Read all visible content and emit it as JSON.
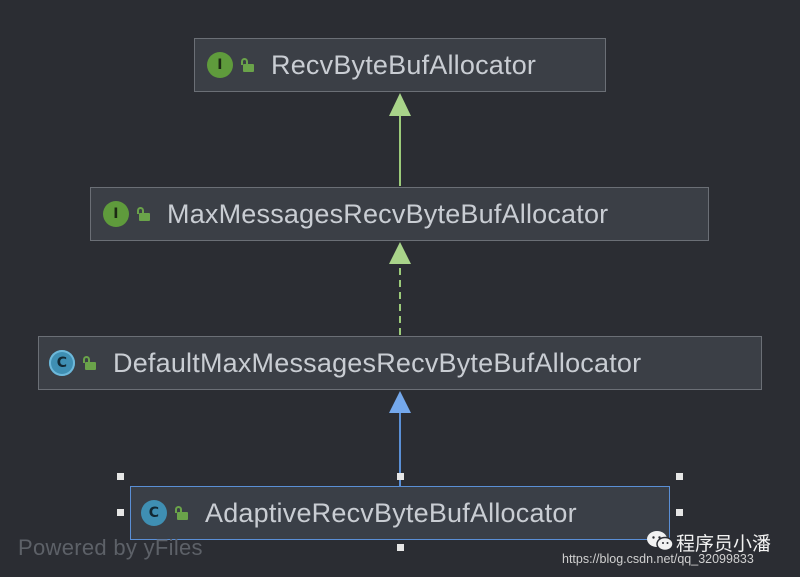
{
  "diagram": {
    "nodes": [
      {
        "id": "n1",
        "kind": "interface",
        "kind_letter": "I",
        "label": "RecvByteBufAllocator"
      },
      {
        "id": "n2",
        "kind": "interface",
        "kind_letter": "I",
        "label": "MaxMessagesRecvByteBufAllocator"
      },
      {
        "id": "n3",
        "kind": "abstract-class",
        "kind_letter": "C",
        "label": "DefaultMaxMessagesRecvByteBufAllocator"
      },
      {
        "id": "n4",
        "kind": "class",
        "kind_letter": "C",
        "label": "AdaptiveRecvByteBufAllocator",
        "selected": true
      }
    ],
    "edges": [
      {
        "from": "n2",
        "to": "n1",
        "type": "extends"
      },
      {
        "from": "n3",
        "to": "n2",
        "type": "implements"
      },
      {
        "from": "n4",
        "to": "n3",
        "type": "extends"
      }
    ],
    "colors": {
      "extends_interface": "#9ccb7a",
      "implements": "#9ccb7a",
      "extends_class": "#5a8fd6",
      "background": "#2b2d33"
    }
  },
  "footer": {
    "brand": "Powered by yFiles"
  },
  "watermark": {
    "author": "程序员小潘",
    "url": "https://blog.csdn.net/qq_32099833"
  }
}
